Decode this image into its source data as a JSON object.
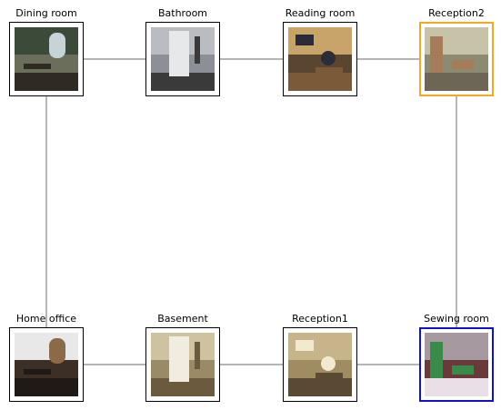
{
  "rooms": [
    {
      "id": "dining",
      "label": "Dining room",
      "highlight": null,
      "palette": {
        "top": "#3c4a3a",
        "mid": "#6b6e5a",
        "accent": "#c8d3d8",
        "floor": "#2f2a22"
      }
    },
    {
      "id": "bathroom",
      "label": "Bathroom",
      "highlight": null,
      "palette": {
        "top": "#b9bcc0",
        "mid": "#8c9096",
        "accent": "#e6e8ea",
        "floor": "#3a3a3a"
      }
    },
    {
      "id": "reading",
      "label": "Reading room",
      "highlight": null,
      "palette": {
        "top": "#c9a46a",
        "mid": "#5a4630",
        "accent": "#2c2c38",
        "floor": "#7a5a38"
      }
    },
    {
      "id": "reception2",
      "label": "Reception2",
      "highlight": "#f5a623",
      "palette": {
        "top": "#c7c3a8",
        "mid": "#8c8a70",
        "accent": "#a57c5a",
        "floor": "#6d6656"
      }
    },
    {
      "id": "home_office",
      "label": "Home office",
      "highlight": null,
      "palette": {
        "top": "#e8e8e8",
        "mid": "#3b2f26",
        "accent": "#8a6a48",
        "floor": "#1f1a16"
      }
    },
    {
      "id": "basement",
      "label": "Basement",
      "highlight": null,
      "palette": {
        "top": "#cfc2a0",
        "mid": "#9a8a66",
        "accent": "#f0ece0",
        "floor": "#6b5a3e"
      }
    },
    {
      "id": "reception1",
      "label": "Reception1",
      "highlight": null,
      "palette": {
        "top": "#c8b48a",
        "mid": "#a08c62",
        "accent": "#f2ead0",
        "floor": "#5a4a34"
      }
    },
    {
      "id": "sewing",
      "label": "Sewing room",
      "highlight": "#1010d0",
      "palette": {
        "top": "#a69aa0",
        "mid": "#6a3a3a",
        "accent": "#3a8a4a",
        "floor": "#e8e0e6"
      }
    }
  ],
  "edges": [
    [
      "dining",
      "bathroom"
    ],
    [
      "bathroom",
      "reading"
    ],
    [
      "reading",
      "reception2"
    ],
    [
      "dining",
      "home_office"
    ],
    [
      "reception2",
      "sewing"
    ],
    [
      "home_office",
      "basement"
    ],
    [
      "basement",
      "reception1"
    ],
    [
      "reception1",
      "sewing"
    ]
  ],
  "colors": {
    "edge": "#888888",
    "frame": "#000000"
  }
}
